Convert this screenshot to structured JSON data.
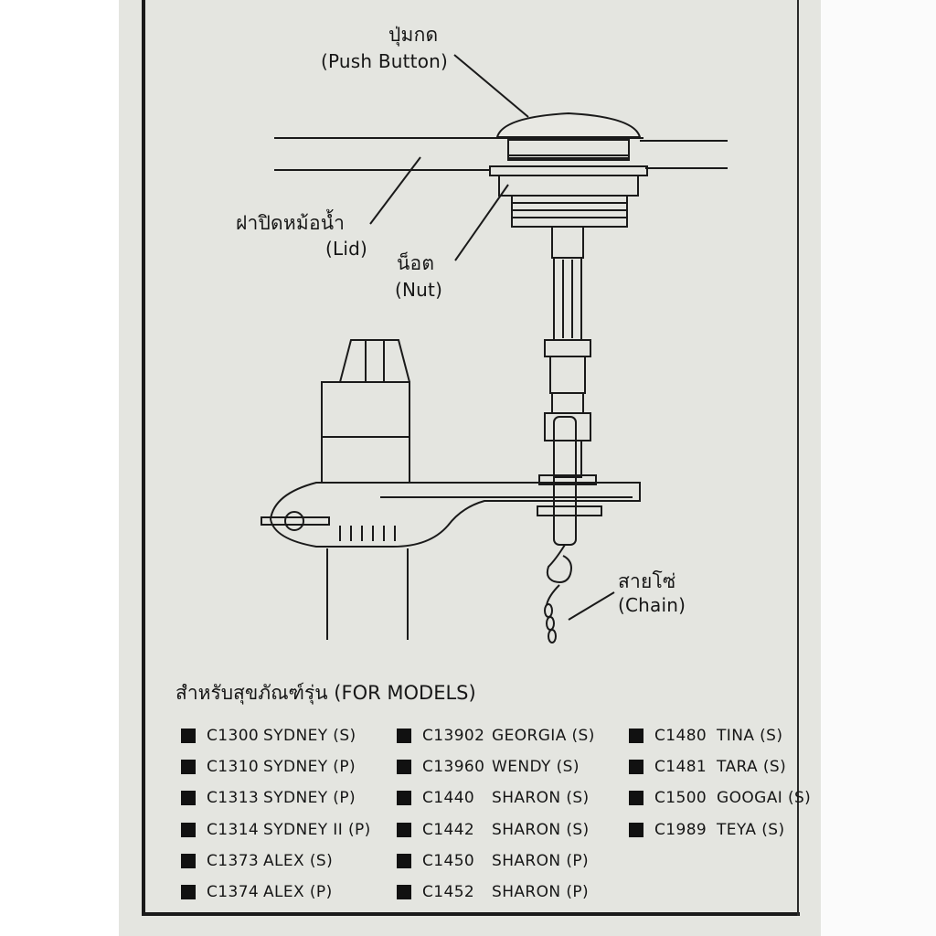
{
  "labels": {
    "push_button_th": "ปุ่มกด",
    "push_button_en": "(Push Button)",
    "lid_th": "ฝาปิดหม้อน้ำ",
    "lid_en": "(Lid)",
    "nut_th": "น็อต",
    "nut_en": "(Nut)",
    "chain_th": "สายโซ่",
    "chain_en": "(Chain)"
  },
  "models": {
    "title": "สำหรับสุขภัณฑ์รุ่น (FOR MODELS)",
    "columns": [
      [
        {
          "code": "C1300",
          "name": "SYDNEY (S)"
        },
        {
          "code": "C1310",
          "name": "SYDNEY (P)"
        },
        {
          "code": "C1313",
          "name": "SYDNEY (P)"
        },
        {
          "code": "C1314",
          "name": "SYDNEY II (P)"
        },
        {
          "code": "C1373",
          "name": "ALEX (S)"
        },
        {
          "code": "C1374",
          "name": "ALEX (P)"
        }
      ],
      [
        {
          "code": "C13902",
          "name": "GEORGIA (S)"
        },
        {
          "code": "C13960",
          "name": "WENDY (S)"
        },
        {
          "code": "C1440",
          "name": "SHARON (S)"
        },
        {
          "code": "C1442",
          "name": "SHARON (S)"
        },
        {
          "code": "C1450",
          "name": "SHARON (P)"
        },
        {
          "code": "C1452",
          "name": "SHARON (P)"
        }
      ],
      [
        {
          "code": "C1480",
          "name": "TINA (S)"
        },
        {
          "code": "C1481",
          "name": "TARA (S)"
        },
        {
          "code": "C1500",
          "name": "GOOGAI (S)"
        },
        {
          "code": "C1989",
          "name": "TEYA (S)"
        }
      ]
    ]
  }
}
